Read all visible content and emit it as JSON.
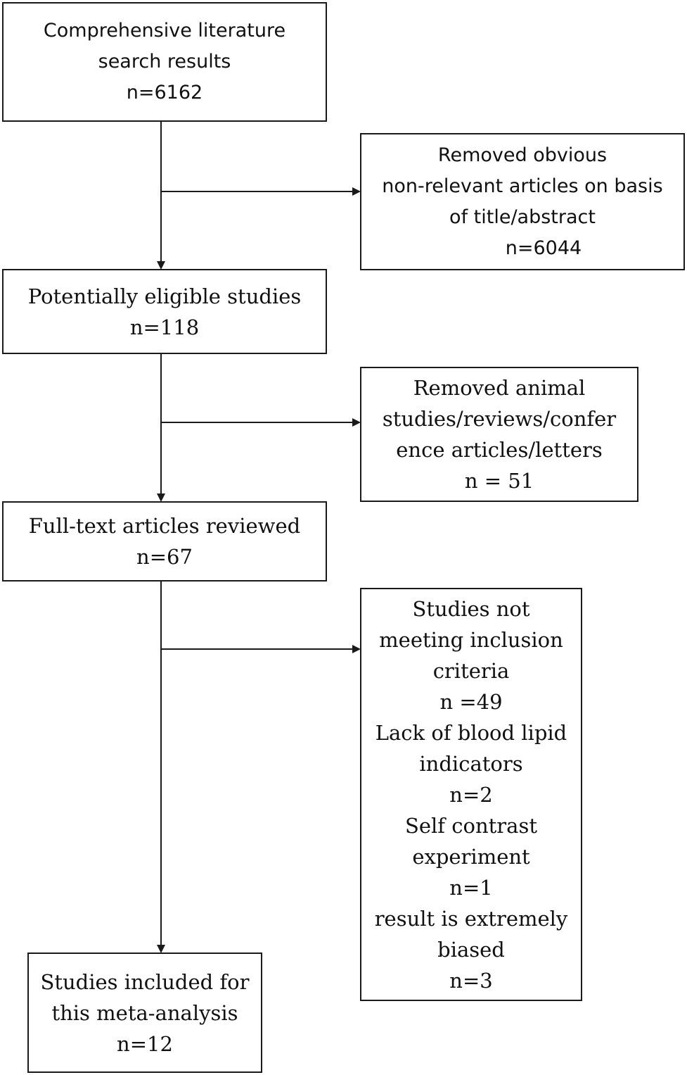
{
  "flow": {
    "search": {
      "lines": [
        "Comprehensive literature",
        "search results",
        "n=6162"
      ]
    },
    "removed_title": {
      "lines": [
        "Removed obvious",
        "non-relevant articles on basis",
        "of title/abstract",
        "n=6044"
      ]
    },
    "eligible": {
      "lines": [
        "Potentially eligible studies",
        "n=118"
      ]
    },
    "removed_animal": {
      "lines": [
        "Removed animal",
        "studies/reviews/confer",
        "ence articles/letters",
        "n = 51"
      ]
    },
    "fulltext": {
      "lines": [
        "Full-text articles reviewed",
        "n=67"
      ]
    },
    "not_meeting": {
      "lines": [
        "Studies not",
        "meeting inclusion",
        "criteria",
        "n =49",
        "Lack of blood lipid",
        "indicators",
        "n=2",
        "Self contrast",
        "experiment",
        "n=1",
        "result is extremely",
        "biased",
        "n=3"
      ]
    },
    "included": {
      "lines": [
        "Studies included for",
        "this meta-analysis",
        "n=12"
      ]
    }
  },
  "colors": {
    "stroke": "#1a1a1a",
    "text": "#111111",
    "background": "#ffffff"
  }
}
